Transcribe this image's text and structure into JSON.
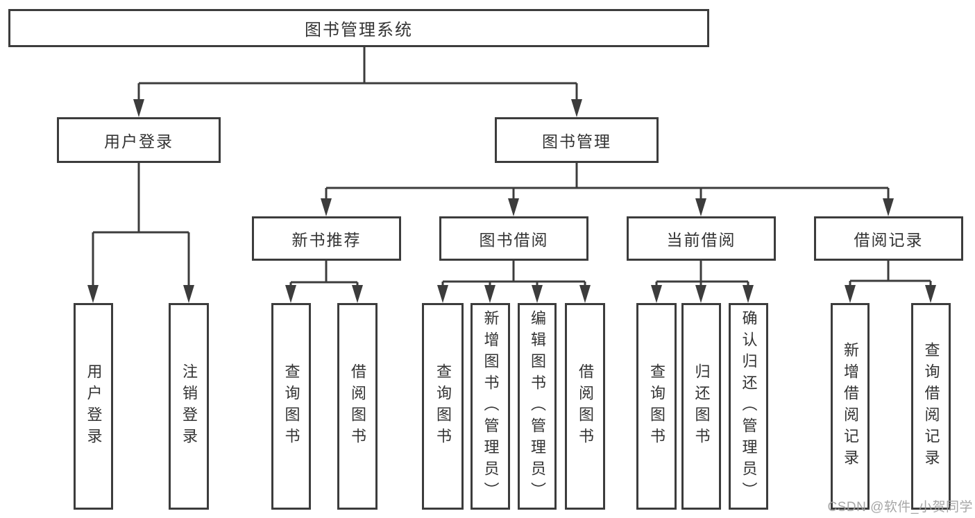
{
  "diagram": {
    "title": "图书管理系统",
    "colors": {
      "line": "#3c3c3c",
      "text": "#333333",
      "background": "#ffffff",
      "watermark": "#9e9e9e"
    },
    "nodes": {
      "root": {
        "label": "图书管理系统"
      },
      "level2": [
        {
          "label": "用户登录"
        },
        {
          "label": "图书管理"
        }
      ],
      "level3": [
        {
          "label": "新书推荐"
        },
        {
          "label": "图书借阅"
        },
        {
          "label": "当前借阅"
        },
        {
          "label": "借阅记录"
        }
      ],
      "leaves": {
        "login": [
          "用户登录",
          "注销登录"
        ],
        "recommend": [
          "查询图书",
          "借阅图书"
        ],
        "borrow": [
          "查询图书",
          "新增图书（管理员）",
          "编辑图书（管理员）",
          "借阅图书"
        ],
        "current": [
          "查询图书",
          "归还图书",
          "确认归还（管理员）"
        ],
        "records": [
          "新增借阅记录",
          "查询借阅记录"
        ]
      }
    },
    "watermark": "CSDN @软件_小贺同学"
  }
}
